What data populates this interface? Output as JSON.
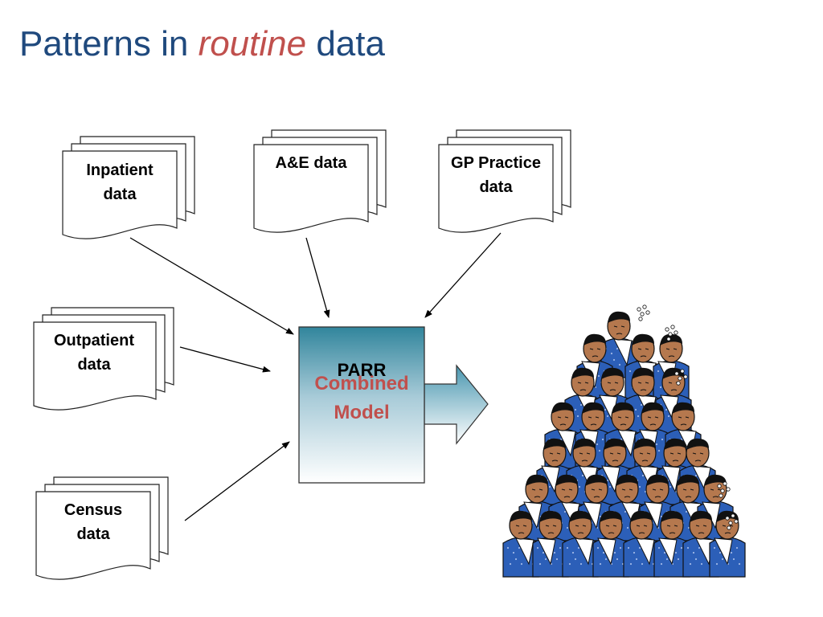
{
  "slide": {
    "title_part1": "Patterns in ",
    "title_emph": "routine",
    "title_part2": " data"
  },
  "sources": {
    "inpatient": {
      "line1": "Inpatient",
      "line2": "data"
    },
    "ae": {
      "line1": "A&E data"
    },
    "gp": {
      "line1": "GP Practice",
      "line2": "data"
    },
    "outpatient": {
      "line1": "Outpatient",
      "line2": "data"
    },
    "census": {
      "line1": "Census",
      "line2": "data"
    }
  },
  "model": {
    "name": "PARR",
    "line1": "Combined",
    "line2": "Model"
  },
  "colors": {
    "title": "#1f497d",
    "emphasis": "#c0504d",
    "model_gradient_top": "#31859c",
    "model_gradient_bottom": "#ffffff",
    "crowd_shirt": "#2c5fb8",
    "crowd_skin": "#b5784e"
  }
}
